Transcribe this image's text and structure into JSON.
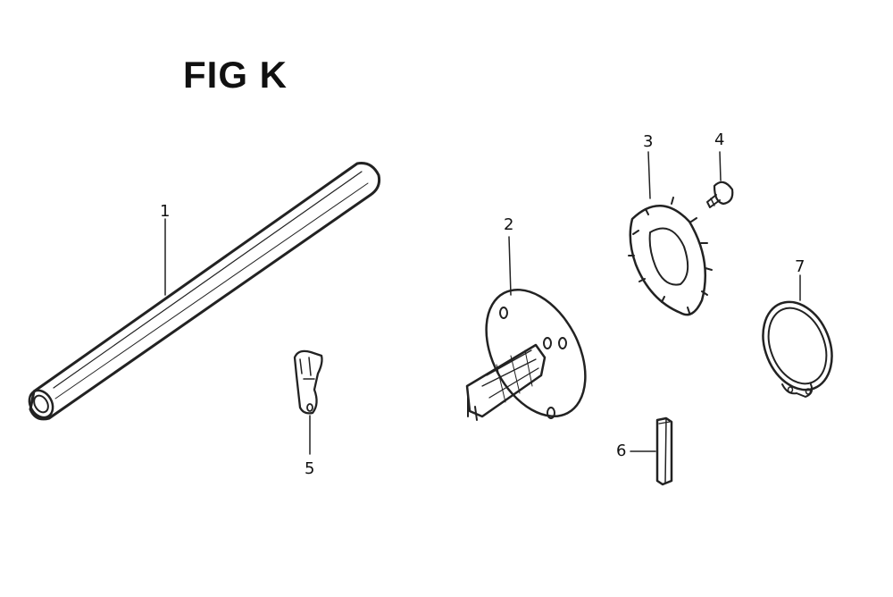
{
  "figure": {
    "title": "FIG K"
  },
  "parts": [
    {
      "number": "1",
      "icon": "tube-shaft-icon"
    },
    {
      "number": "2",
      "icon": "flange-hub-icon"
    },
    {
      "number": "3",
      "icon": "toothed-washer-icon"
    },
    {
      "number": "4",
      "icon": "screw-icon"
    },
    {
      "number": "5",
      "icon": "clip-bracket-icon"
    },
    {
      "number": "6",
      "icon": "key-pin-icon"
    },
    {
      "number": "7",
      "icon": "snap-ring-icon"
    }
  ],
  "colors": {
    "line": "#222222",
    "background": "#ffffff"
  }
}
